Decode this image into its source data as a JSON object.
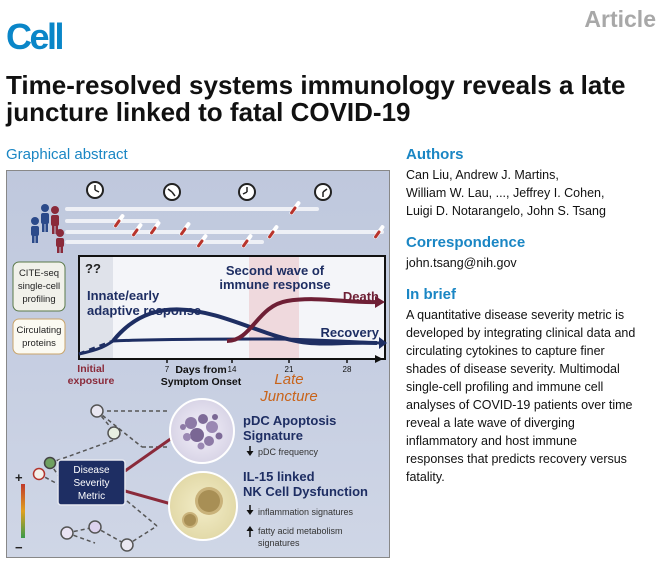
{
  "header": {
    "journal": "Cell",
    "article_type": "Article"
  },
  "title": "Time-resolved systems immunology reveals a late juncture linked to fatal COVID-19",
  "graphical_abstract": {
    "heading": "Graphical abstract",
    "question_marks": "??",
    "left_box_1": [
      "CITE-seq",
      "single-cell",
      "profiling"
    ],
    "left_box_2": [
      "Circulating",
      "proteins"
    ],
    "innate_label": [
      "Innate/early",
      "adaptive response"
    ],
    "second_wave_label": [
      "Second wave of",
      "immune response"
    ],
    "death_label": "Death",
    "recovery_label": "Recovery",
    "initial_exposure": [
      "Initial",
      "exposure"
    ],
    "x_axis_title": [
      "Days from",
      "Symptom Onset"
    ],
    "x_ticks": [
      "7",
      "14",
      "21",
      "28"
    ],
    "late_juncture": [
      "Late",
      "Juncture"
    ],
    "pdc_title": [
      "pDC Apoptosis",
      "Signature"
    ],
    "pdc_sub": "pDC frequency",
    "il15_title": [
      "IL-15 linked",
      "NK Cell Dysfunction"
    ],
    "il15_sub_1": "inflammation signatures",
    "il15_sub_2": [
      "fatty acid metabolism",
      "signatures"
    ],
    "severity_box": [
      "Disease",
      "Severity",
      "Metric"
    ],
    "plus": "+",
    "minus": "−",
    "colors": {
      "navy": "#1e2e63",
      "maroon": "#6e1f35",
      "orange": "#c8641a",
      "accent_blue": "#1a86c4"
    }
  },
  "authors": {
    "heading": "Authors",
    "lines": [
      "Can Liu, Andrew J. Martins,",
      "William W. Lau, ..., Jeffrey I. Cohen,",
      "Luigi D. Notarangelo, John S. Tsang"
    ]
  },
  "correspondence": {
    "heading": "Correspondence",
    "email": "john.tsang@nih.gov"
  },
  "in_brief": {
    "heading": "In brief",
    "lines": [
      "A quantitative disease severity metric is",
      "developed by integrating clinical data and",
      "circulating cytokines to capture finer",
      "shades of disease severity. Multimodal",
      "single-cell profiling and immune cell",
      "analyses of COVID-19 patients over time",
      "reveal a late wave of diverging",
      "inflammatory and host immune",
      "responses that predicts recovery versus",
      "fatality."
    ]
  }
}
